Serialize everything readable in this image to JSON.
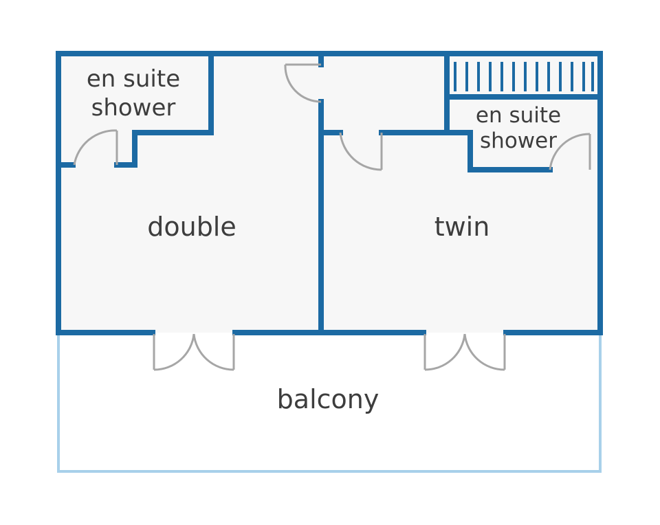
{
  "floorplan": {
    "rooms": {
      "ensuite_left": {
        "line1": "en suite",
        "line2": "shower"
      },
      "ensuite_right": {
        "line1": "en suite",
        "line2": "shower"
      },
      "double": {
        "label": "double"
      },
      "twin": {
        "label": "twin"
      },
      "balcony": {
        "label": "balcony"
      }
    },
    "colors": {
      "wall": "#1c6aa3",
      "balcony_rail": "#a8d0ea",
      "floor": "#f7f7f7",
      "door": "#a6a6a6",
      "text": "#3d3d3d"
    }
  }
}
